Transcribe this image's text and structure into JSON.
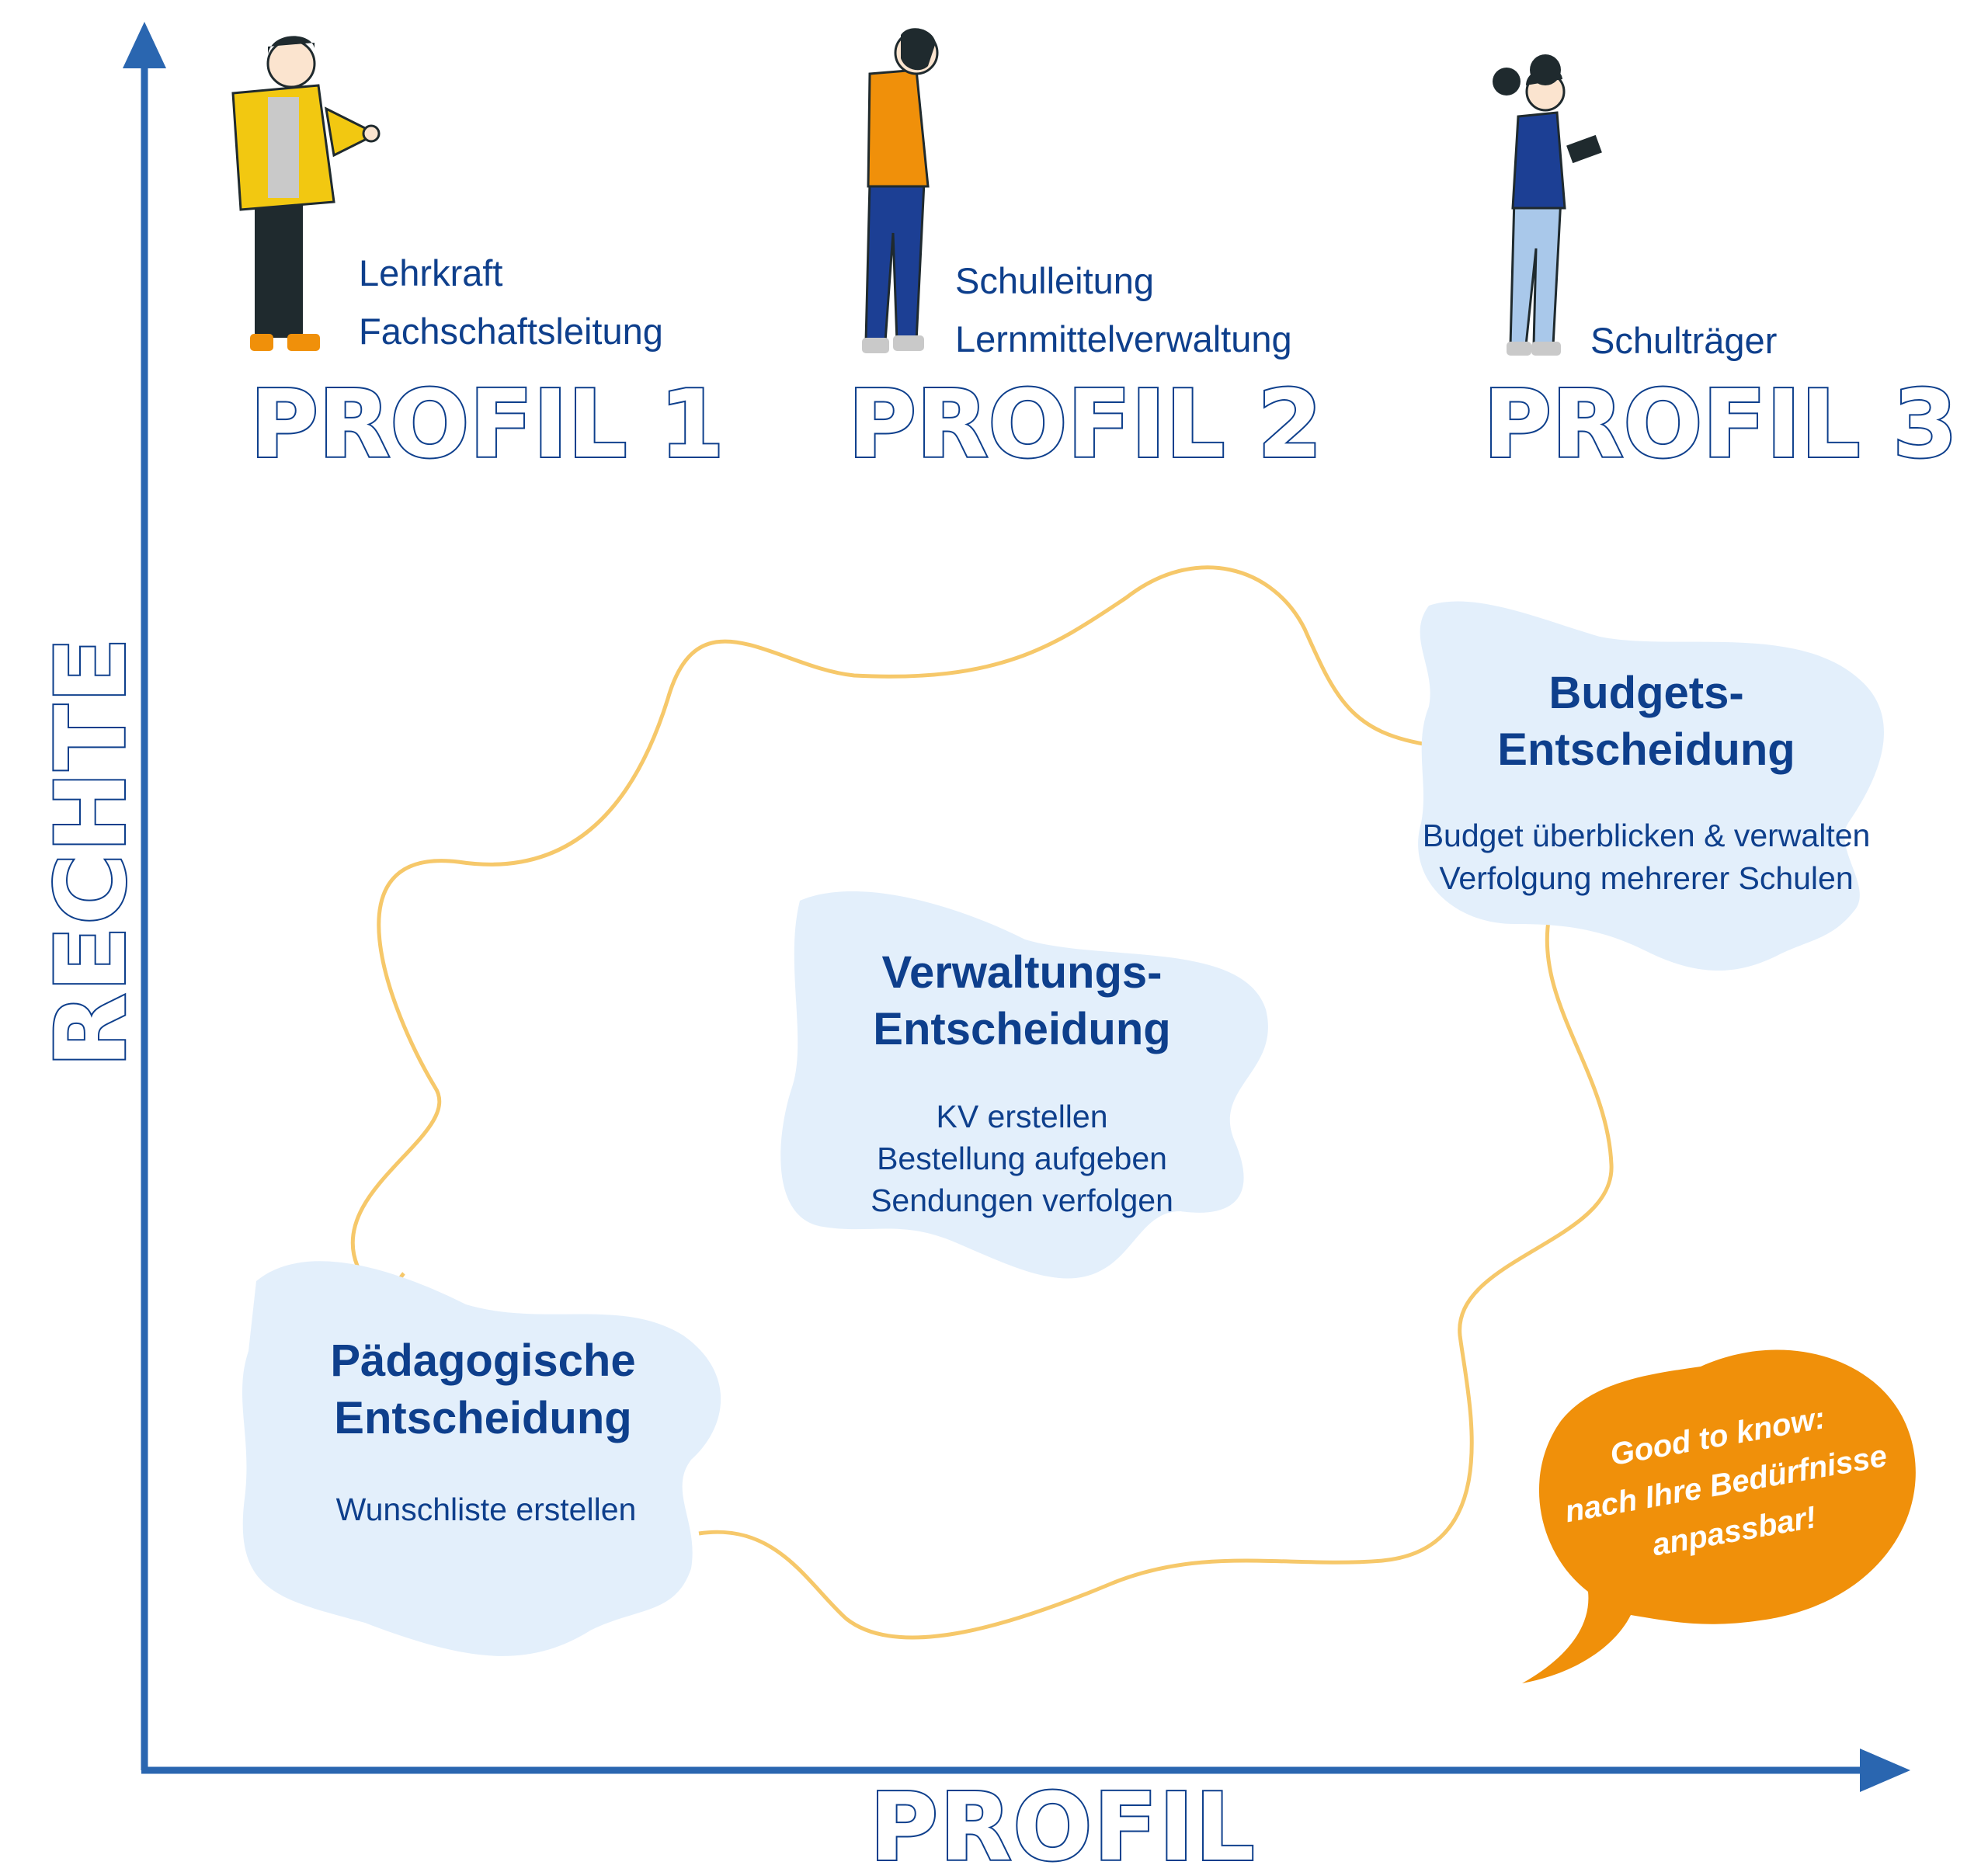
{
  "axes": {
    "y_label": "RECHTE",
    "x_label": "PROFIL"
  },
  "profiles": [
    {
      "title": "PROFIL 1",
      "roles": [
        "Lehrkraft",
        "Fachschaftsleitung"
      ],
      "figure_icon": "teacher-figure-icon"
    },
    {
      "title": "PROFIL 2",
      "roles": [
        "Schulleitung",
        "Lernmittelverwaltung"
      ],
      "figure_icon": "principal-figure-icon"
    },
    {
      "title": "PROFIL 3",
      "roles": [
        "Schulträger"
      ],
      "figure_icon": "school-authority-figure-icon"
    }
  ],
  "decisions": {
    "paedagogisch": {
      "title": [
        "Pädagogische",
        "Entscheidung"
      ],
      "items": [
        "Wunschliste erstellen"
      ]
    },
    "verwaltung": {
      "title": [
        "Verwaltungs-",
        "Entscheidung"
      ],
      "items": [
        "KV erstellen",
        "Bestellung aufgeben",
        "Sendungen verfolgen"
      ]
    },
    "budget": {
      "title": [
        "Budgets-",
        "Entscheidung"
      ],
      "items": [
        "Budget überblicken & verwalten",
        "Verfolgung mehrerer Schulen"
      ]
    }
  },
  "speech_bubble": {
    "lines": [
      "Good to know:",
      "nach Ihre Bedürfnisse",
      "anpassbar!"
    ]
  },
  "colors": {
    "primary_blue": "#0e3f8c",
    "axis_blue": "#2a66b0",
    "blob_blue": "#e3effb",
    "wave_yellow": "#f6c86a",
    "bubble_orange": "#f0900a",
    "figure_yellow": "#f2c811",
    "figure_orange": "#f0900a",
    "figure_navy": "#1c3f94",
    "figure_lightblue": "#a9c8ea"
  }
}
